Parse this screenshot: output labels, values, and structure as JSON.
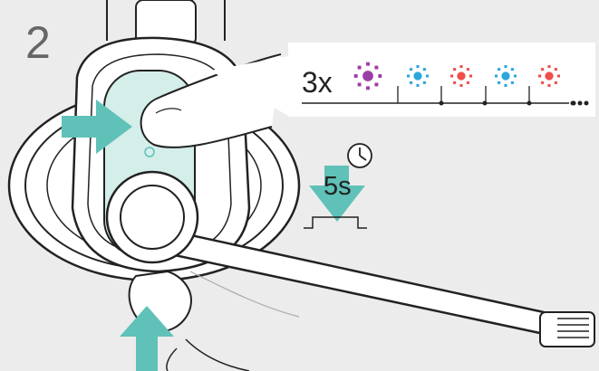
{
  "step": {
    "number": "2"
  },
  "led_sequence": {
    "repeat_label": "3x",
    "first_color": "#9b3fa5",
    "cycle": [
      {
        "color": "#2aa7dc"
      },
      {
        "color": "#ee4f4a"
      },
      {
        "color": "#2aa7dc"
      },
      {
        "color": "#ee4f4a"
      }
    ],
    "continuation": "..."
  },
  "press": {
    "duration_label": "5s",
    "icon": "clock-icon"
  },
  "colors": {
    "arrow": "#5fc1b8",
    "background": "#ececec",
    "button_highlight": "#d4eeea"
  }
}
